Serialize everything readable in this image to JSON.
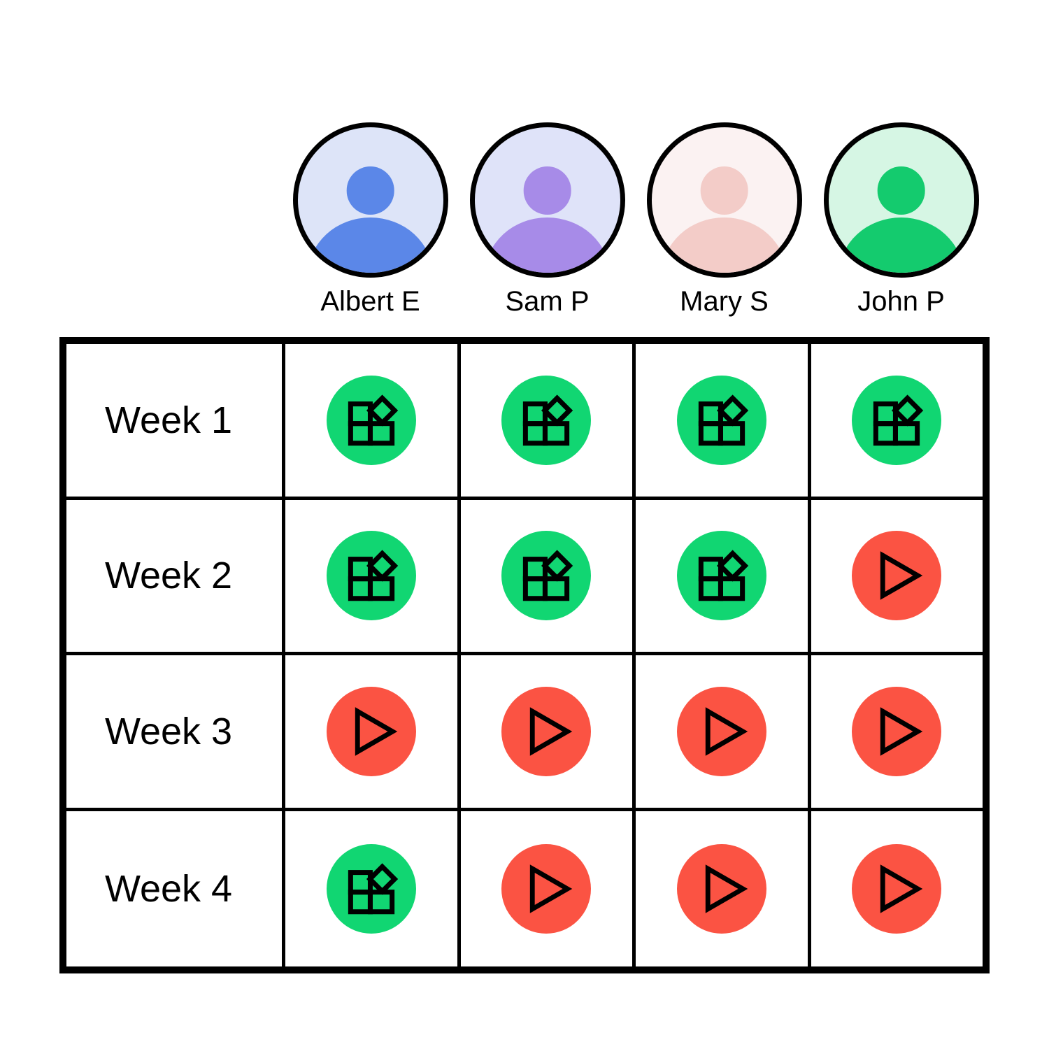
{
  "palette": {
    "green": "#11D672",
    "red": "#FB5343",
    "black": "#000000",
    "white": "#FFFFFF"
  },
  "header": {
    "people": [
      {
        "name": "Albert E",
        "avatar_icon": "person-avatar-icon",
        "avatar_bg": "#DDE4F8",
        "avatar_fg": "#5B87E8"
      },
      {
        "name": "Sam P",
        "avatar_icon": "person-avatar-icon",
        "avatar_bg": "#DFE3F9",
        "avatar_fg": "#A78BE8"
      },
      {
        "name": "Mary S",
        "avatar_icon": "person-avatar-icon",
        "avatar_bg": "#FBF2F2",
        "avatar_fg": "#F3CCC8"
      },
      {
        "name": "John P",
        "avatar_icon": "person-avatar-icon",
        "avatar_bg": "#D6F6E4",
        "avatar_fg": "#14CB6E"
      }
    ]
  },
  "table": {
    "rows": [
      {
        "label": "Week 1",
        "cells": [
          {
            "status": "complete",
            "icon": "dashboard-widgets-icon",
            "color": "#11D672"
          },
          {
            "status": "complete",
            "icon": "dashboard-widgets-icon",
            "color": "#11D672"
          },
          {
            "status": "complete",
            "icon": "dashboard-widgets-icon",
            "color": "#11D672"
          },
          {
            "status": "complete",
            "icon": "dashboard-widgets-icon",
            "color": "#11D672"
          }
        ]
      },
      {
        "label": "Week 2",
        "cells": [
          {
            "status": "complete",
            "icon": "dashboard-widgets-icon",
            "color": "#11D672"
          },
          {
            "status": "complete",
            "icon": "dashboard-widgets-icon",
            "color": "#11D672"
          },
          {
            "status": "complete",
            "icon": "dashboard-widgets-icon",
            "color": "#11D672"
          },
          {
            "status": "pending",
            "icon": "play-triangle-icon",
            "color": "#FB5343"
          }
        ]
      },
      {
        "label": "Week 3",
        "cells": [
          {
            "status": "pending",
            "icon": "play-triangle-icon",
            "color": "#FB5343"
          },
          {
            "status": "pending",
            "icon": "play-triangle-icon",
            "color": "#FB5343"
          },
          {
            "status": "pending",
            "icon": "play-triangle-icon",
            "color": "#FB5343"
          },
          {
            "status": "pending",
            "icon": "play-triangle-icon",
            "color": "#FB5343"
          }
        ]
      },
      {
        "label": "Week 4",
        "cells": [
          {
            "status": "complete",
            "icon": "dashboard-widgets-icon",
            "color": "#11D672"
          },
          {
            "status": "pending",
            "icon": "play-triangle-icon",
            "color": "#FB5343"
          },
          {
            "status": "pending",
            "icon": "play-triangle-icon",
            "color": "#FB5343"
          },
          {
            "status": "pending",
            "icon": "play-triangle-icon",
            "color": "#FB5343"
          }
        ]
      }
    ]
  }
}
